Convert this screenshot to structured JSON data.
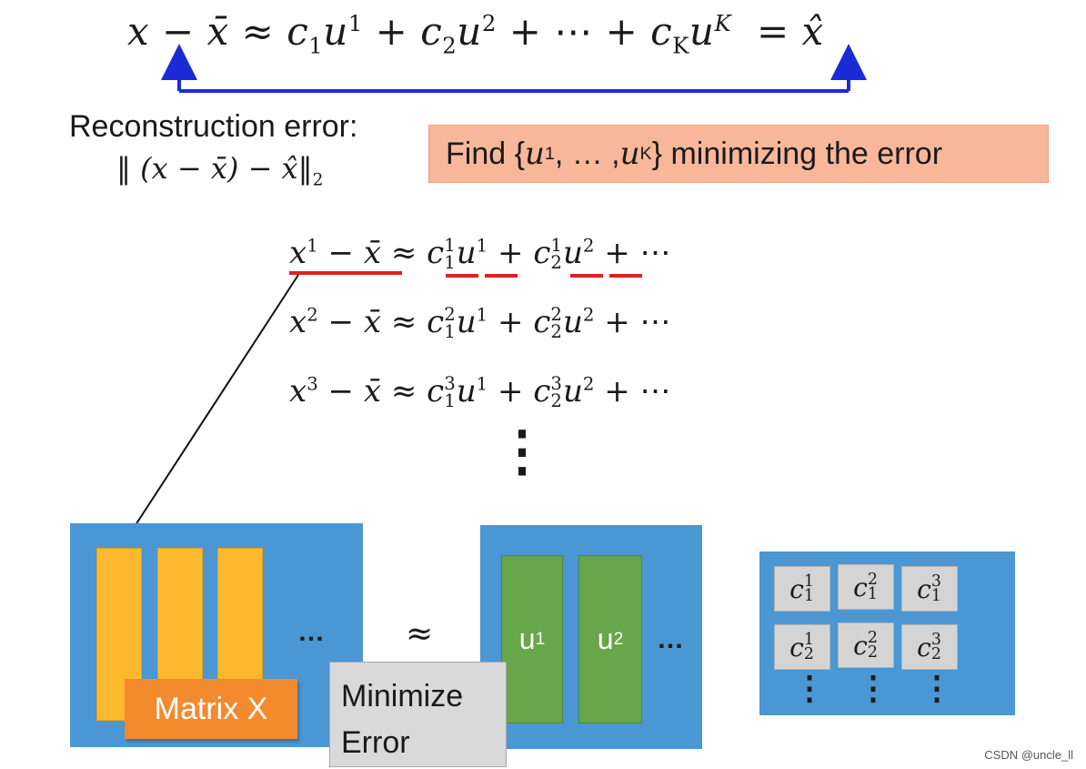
{
  "header_equation": {
    "x": "x",
    "minus": "−",
    "xbar": "x̄",
    "approx": "≈",
    "c1": "c",
    "c1_sub": "1",
    "u1": "u",
    "u1_sup": "1",
    "plus1": "+",
    "c2": "c",
    "c2_sub": "2",
    "u2": "u",
    "u2_sup": "2",
    "plus2": "+",
    "cdots": "⋯",
    "plus3": "+",
    "cK": "c",
    "cK_sub": "K",
    "uK": "u",
    "uK_sup": "K",
    "equals": "=",
    "xhat": "x̂"
  },
  "reconstruction": {
    "label": "Reconstruction error:",
    "formula": "‖ (x − x̄) − x̂‖",
    "formula_sub": "2"
  },
  "find_box": {
    "prefix": "Find {",
    "u_start": "u",
    "u_start_sup": "1",
    "middle": ", … , ",
    "u_end": "u",
    "u_end_sup": "K",
    "suffix": "} minimizing the error"
  },
  "sample_rows": [
    {
      "x_sup": "1",
      "c1_sup": "1",
      "c1_sub": "1",
      "c2_sup": "1",
      "c2_sub": "2"
    },
    {
      "x_sup": "2",
      "c1_sup": "2",
      "c1_sub": "1",
      "c2_sup": "2",
      "c2_sub": "2"
    },
    {
      "x_sup": "3",
      "c1_sup": "3",
      "c1_sub": "1",
      "c2_sup": "3",
      "c2_sub": "2"
    }
  ],
  "row_symbols": {
    "x": "x",
    "minus": "−",
    "xbar": "x̄",
    "approx": "≈",
    "c": "c",
    "u": "u",
    "u1_sup": "1",
    "u2_sup": "2",
    "plus": "+",
    "cdots": "⋯"
  },
  "vertical_dots": "⋮",
  "matrix_x": {
    "label": "Matrix X",
    "ellipsis": "…"
  },
  "middle_approx": "≈",
  "minimize_box": {
    "line1": "Minimize",
    "line2": "Error"
  },
  "u_matrix": {
    "col1_base": "u",
    "col1_sup": "1",
    "col2_base": "u",
    "col2_sup": "2",
    "ellipsis": "…"
  },
  "c_matrix": {
    "rows": [
      [
        {
          "sup": "1",
          "sub": "1"
        },
        {
          "sup": "2",
          "sub": "1"
        },
        {
          "sup": "3",
          "sub": "1"
        }
      ],
      [
        {
          "sup": "1",
          "sub": "2"
        },
        {
          "sup": "2",
          "sub": "2"
        },
        {
          "sup": "3",
          "sub": "2"
        }
      ]
    ],
    "base": "c",
    "dots": "⋮"
  },
  "watermark": "CSDN @uncle_ll",
  "colors": {
    "arrow_blue": "#1a2bd6",
    "underline_red": "#e02020",
    "panel_blue": "#4a97d4",
    "column_yellow": "#fdb92e",
    "column_green": "#67a64a",
    "label_orange": "#f48a2e",
    "find_box_salmon": "#f9b79a",
    "minimize_gray": "#d9d9d9"
  }
}
